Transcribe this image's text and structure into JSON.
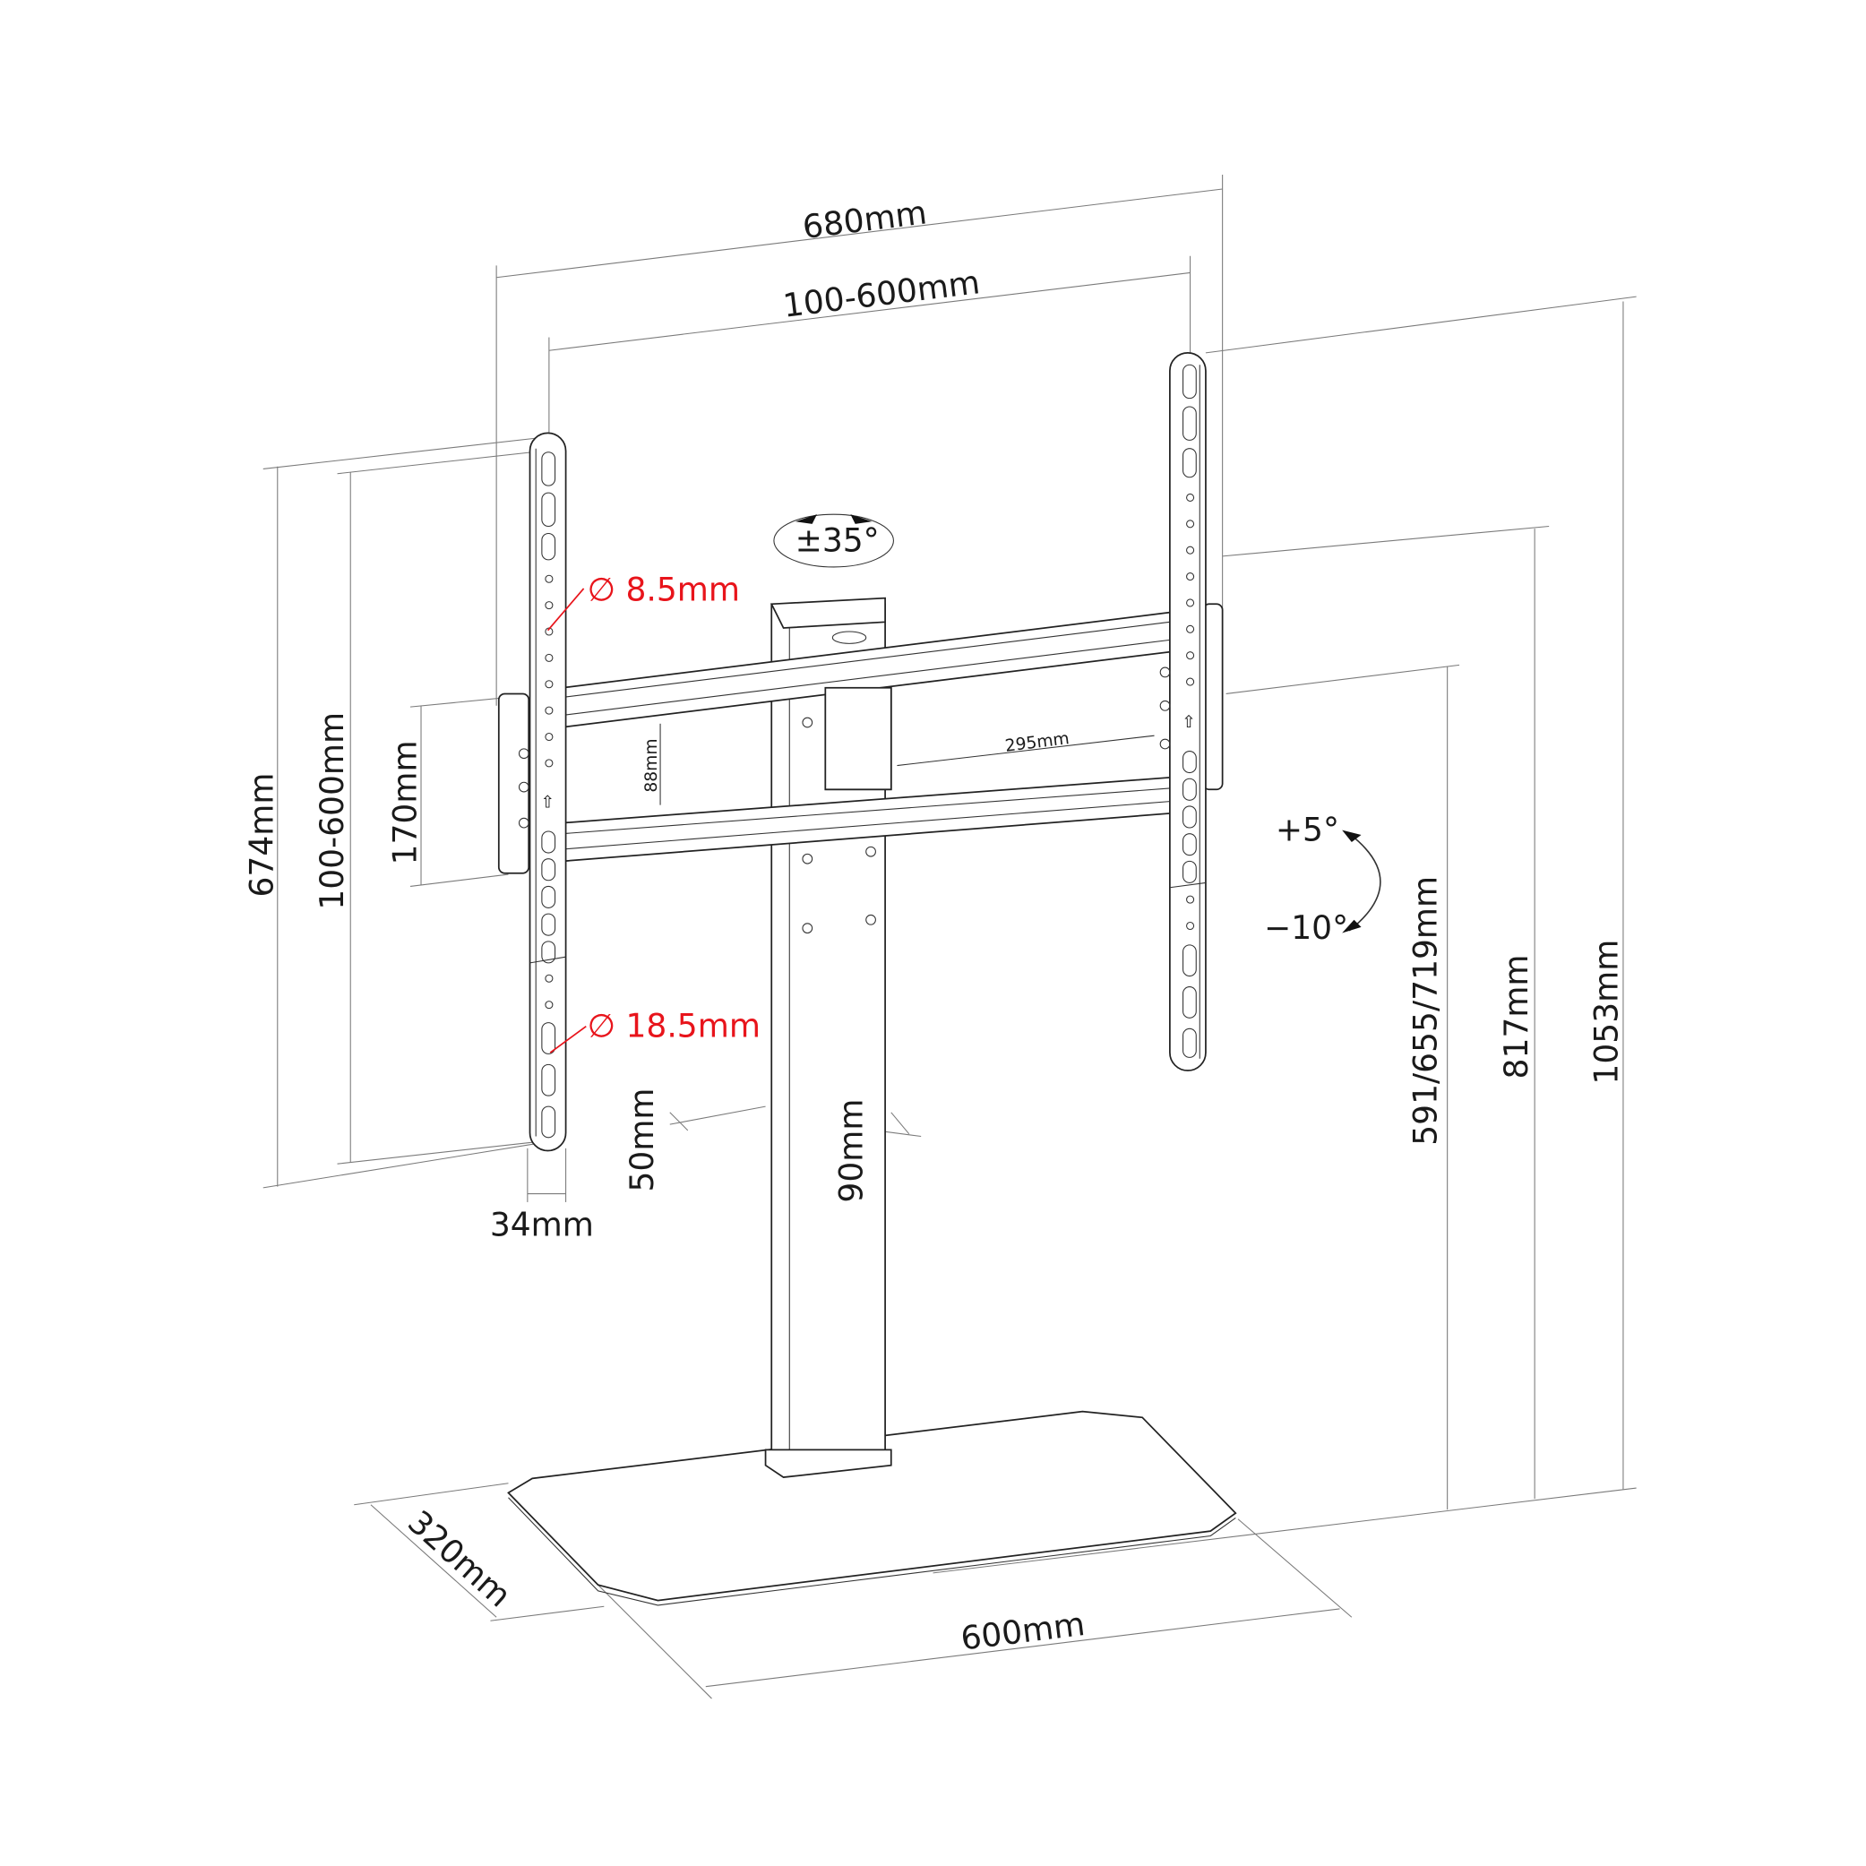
{
  "diagram": {
    "dimensions": {
      "overall_width": "680mm",
      "vesa_width": "100-600mm",
      "bracket_height": "674mm",
      "vesa_height": "100-600mm",
      "rail_spacing": "170mm",
      "bracket_width": "34mm",
      "column_depth": "50mm",
      "column_width": "90mm",
      "height_options": "591/655/719mm",
      "height_817": "817mm",
      "overall_height": "1053mm",
      "base_depth": "320mm",
      "base_width": "600mm",
      "inner_height": "88mm",
      "inner_width": "295mm"
    },
    "hole_sizes": {
      "small": "∅ 8.5mm",
      "large": "∅ 18.5mm"
    },
    "angles": {
      "swivel": "±35°",
      "tilt_up": "+5°",
      "tilt_down": "−10°"
    },
    "colors": {
      "annotation": "#e8141b",
      "line": "#222222"
    }
  }
}
